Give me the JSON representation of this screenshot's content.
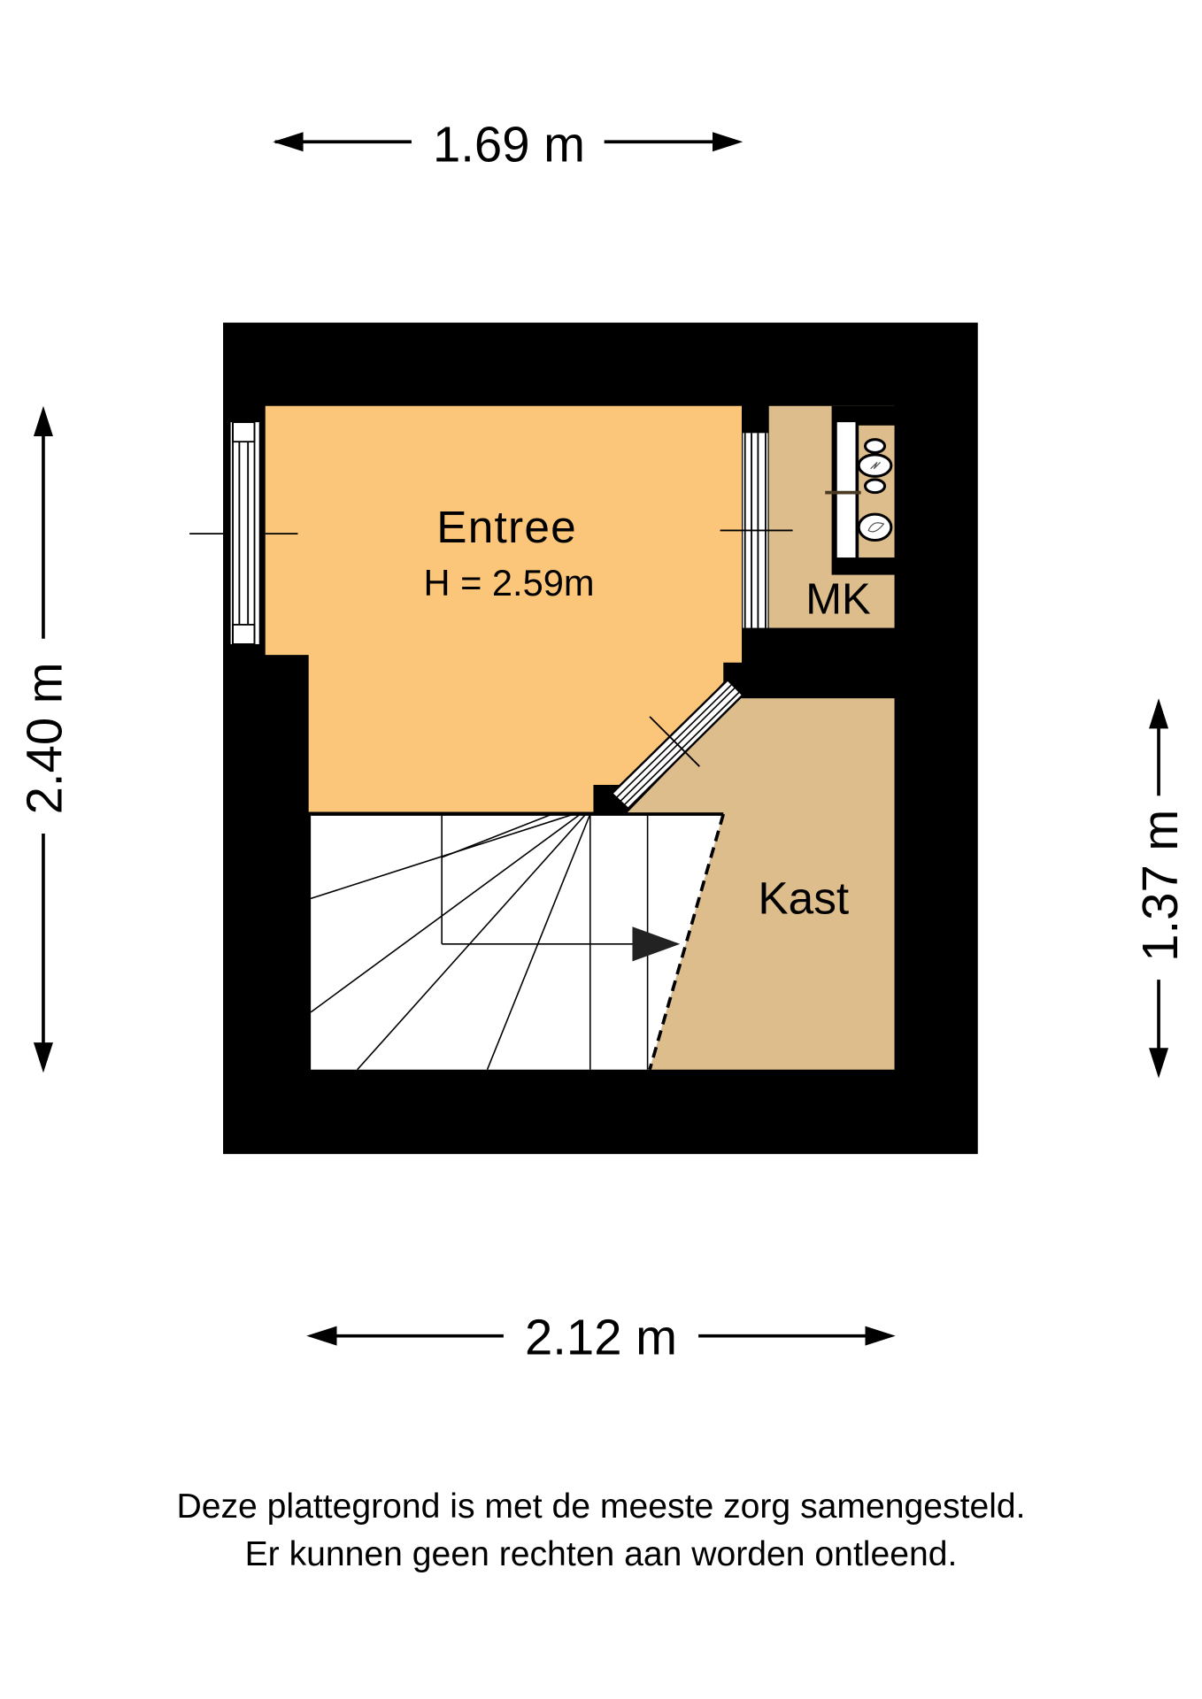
{
  "dimensions": {
    "top": "1.69 m",
    "left": "2.40 m",
    "right": "1.37 m",
    "bottom": "2.12 m"
  },
  "rooms": {
    "entree": {
      "name": "Entree",
      "height": "H = 2.59m"
    },
    "mk": {
      "name": "MK"
    },
    "kast": {
      "name": "Kast"
    }
  },
  "footer": {
    "line1": "Deze plattegrond is met de meeste zorg samengesteld.",
    "line2": "Er kunnen geen rechten aan worden ontleend."
  },
  "colors": {
    "entree": "#fbc67a",
    "storage": "#ddbd8c",
    "wall": "#000000"
  }
}
